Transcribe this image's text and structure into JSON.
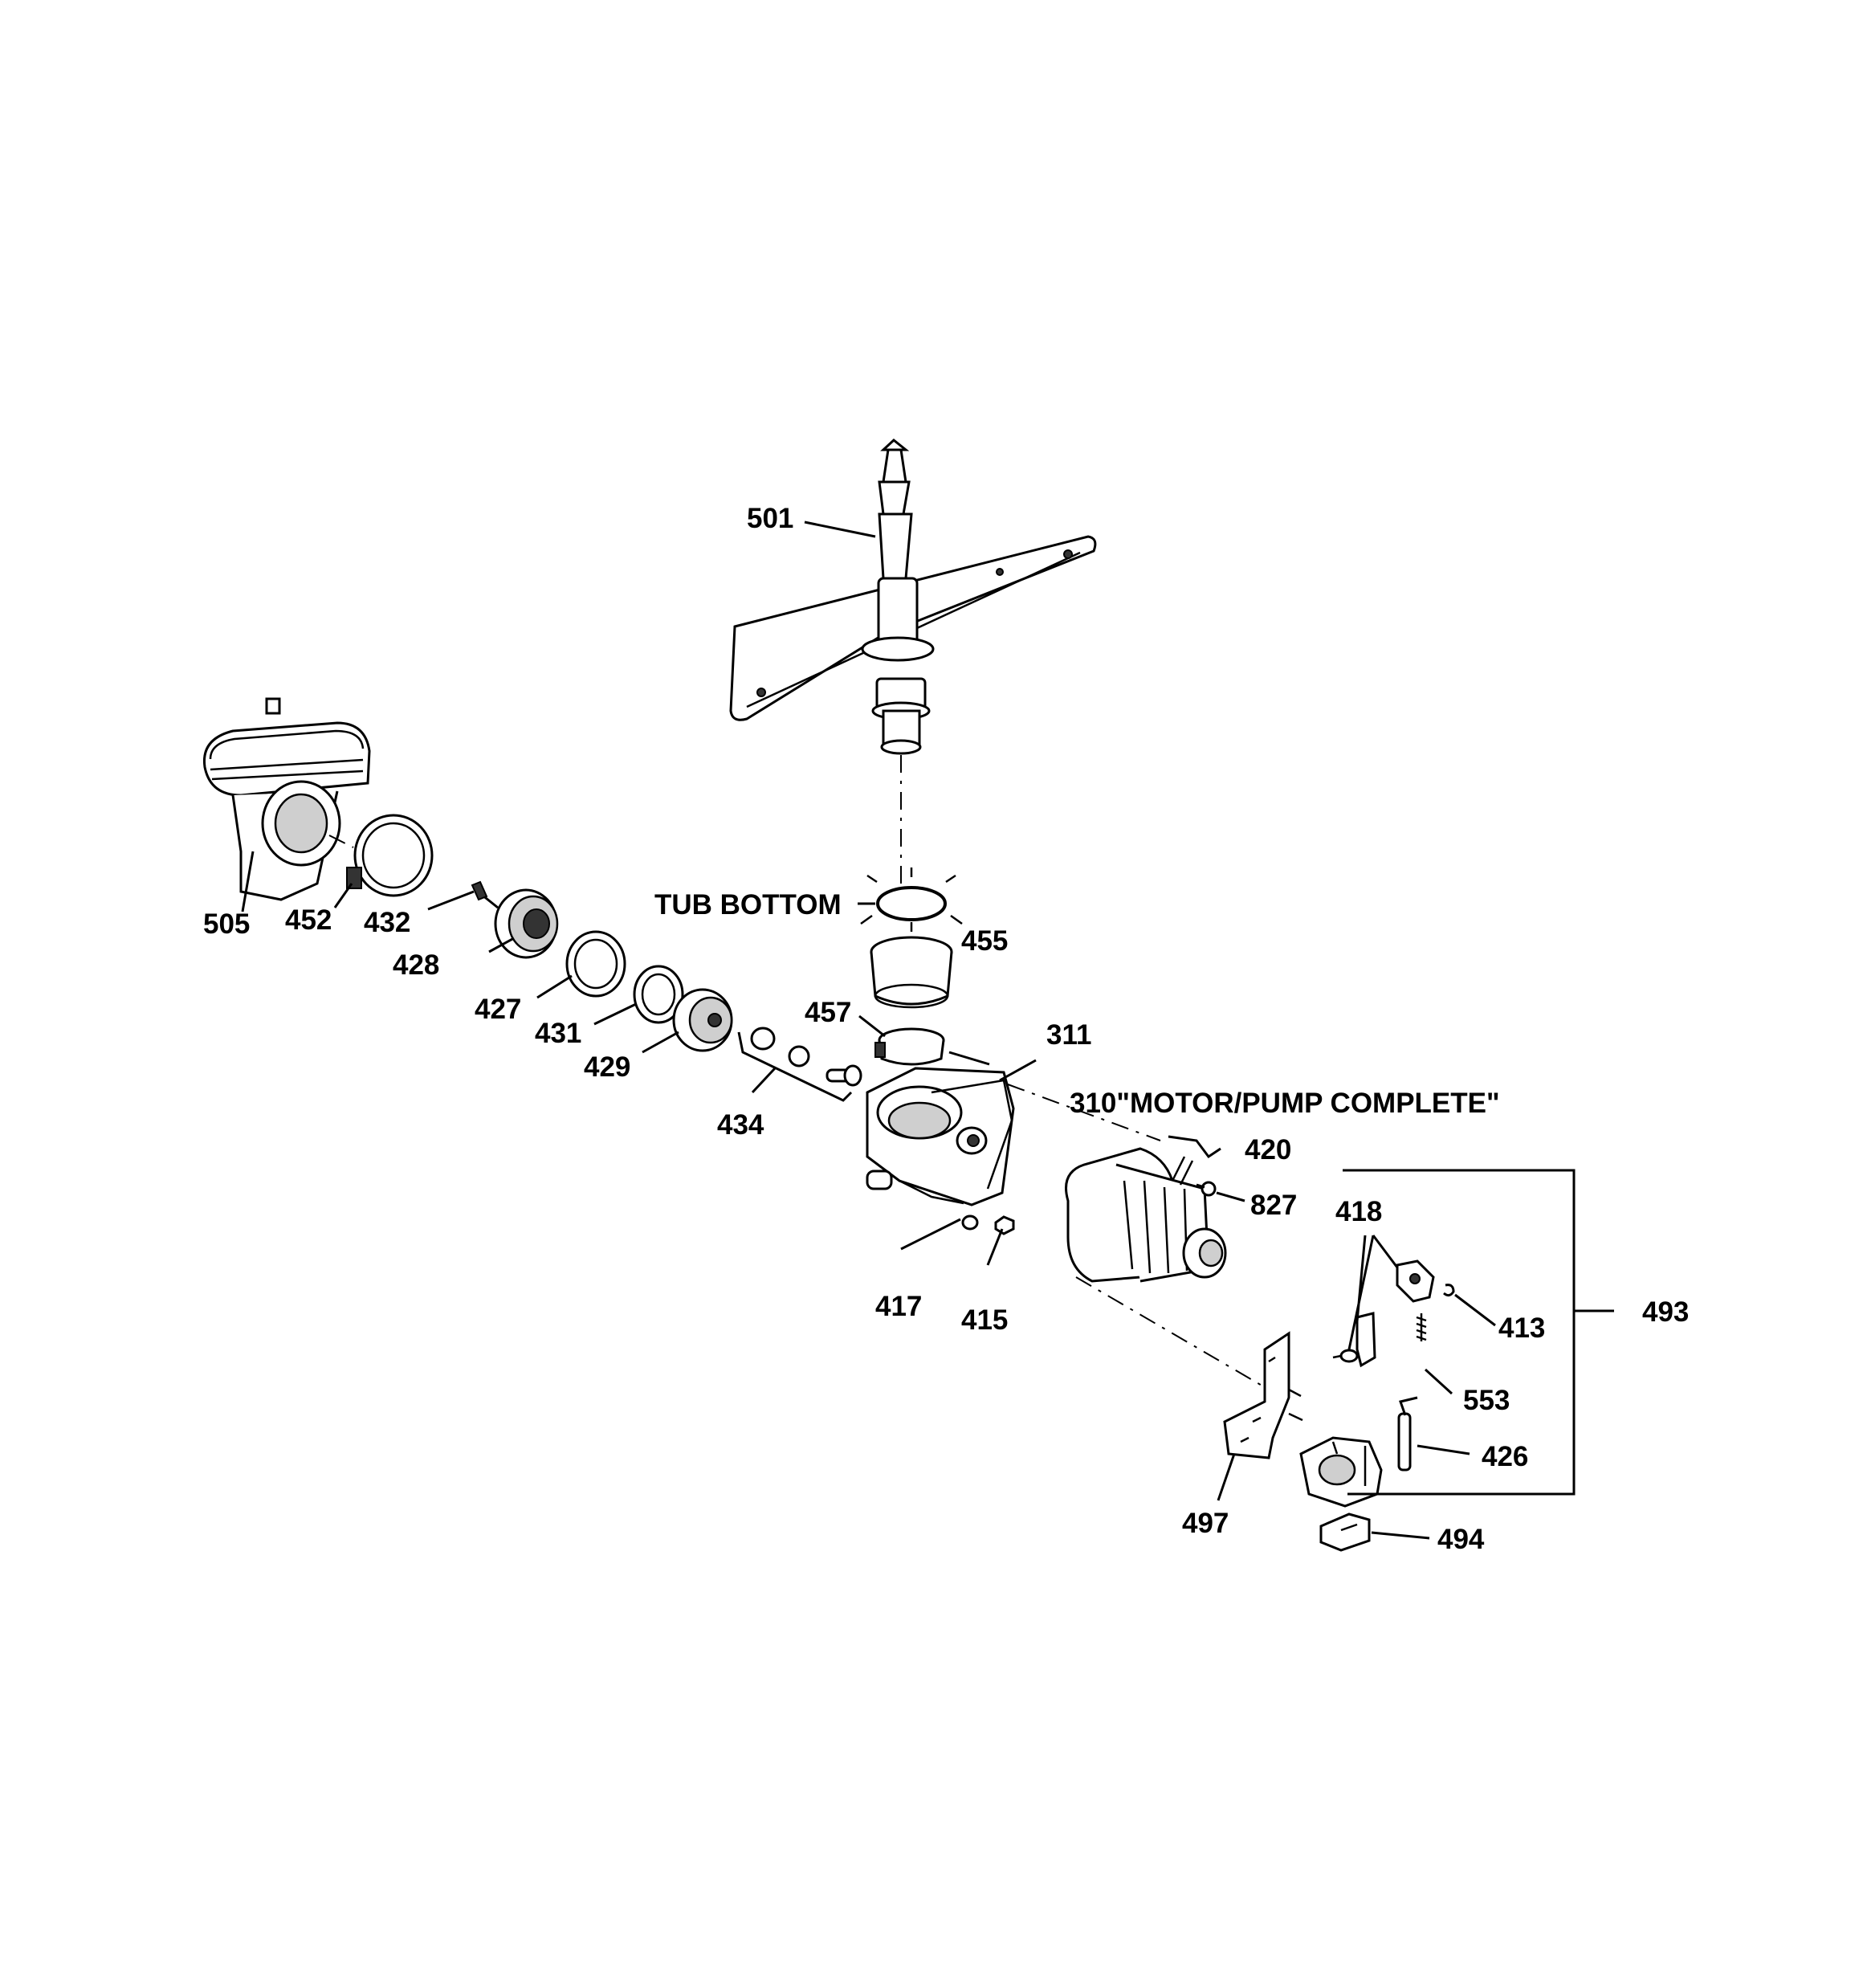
{
  "diagram": {
    "annotations": {
      "tub_bottom": "TUB BOTTOM",
      "motor_pump": "310\"MOTOR/PUMP COMPLETE\""
    },
    "parts": {
      "p501": "501",
      "p505": "505",
      "p452": "452",
      "p432": "432",
      "p428": "428",
      "p427": "427",
      "p431": "431",
      "p429": "429",
      "p434": "434",
      "p455": "455",
      "p457": "457",
      "p311": "311",
      "p420": "420",
      "p827": "827",
      "p417": "417",
      "p415": "415",
      "p418": "418",
      "p413": "413",
      "p553": "553",
      "p426": "426",
      "p493": "493",
      "p497": "497",
      "p494": "494"
    }
  }
}
